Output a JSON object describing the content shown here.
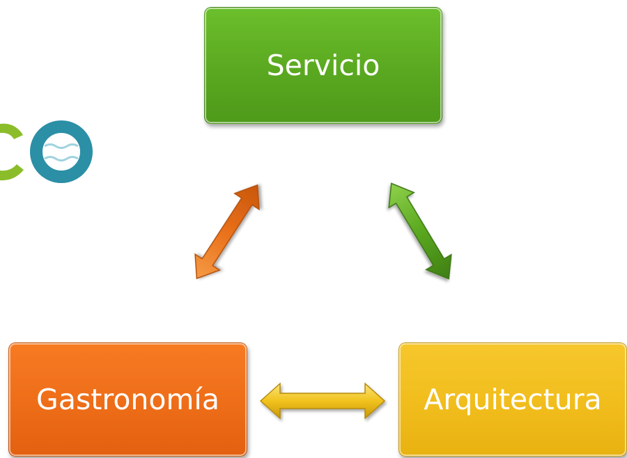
{
  "diagram": {
    "nodes": {
      "servicio": {
        "label": "Servicio",
        "color": "#5aa820"
      },
      "gastronomia": {
        "label": "Gastronomía",
        "color": "#ee6d18"
      },
      "arquitectura": {
        "label": "Arquitectura",
        "color": "#f1bd1c"
      }
    },
    "connections": [
      {
        "from": "gastronomia",
        "to": "servicio",
        "type": "bidirectional",
        "color": "#ee6d18"
      },
      {
        "from": "arquitectura",
        "to": "servicio",
        "type": "bidirectional",
        "color": "#5aa820"
      },
      {
        "from": "gastronomia",
        "to": "arquitectura",
        "type": "bidirectional",
        "color": "#f1bd1c"
      }
    ]
  },
  "logo": {
    "icon": "partial-logo-icon",
    "colors": {
      "ring": "#2b8fa6",
      "accent": "#8bbd2a"
    }
  }
}
